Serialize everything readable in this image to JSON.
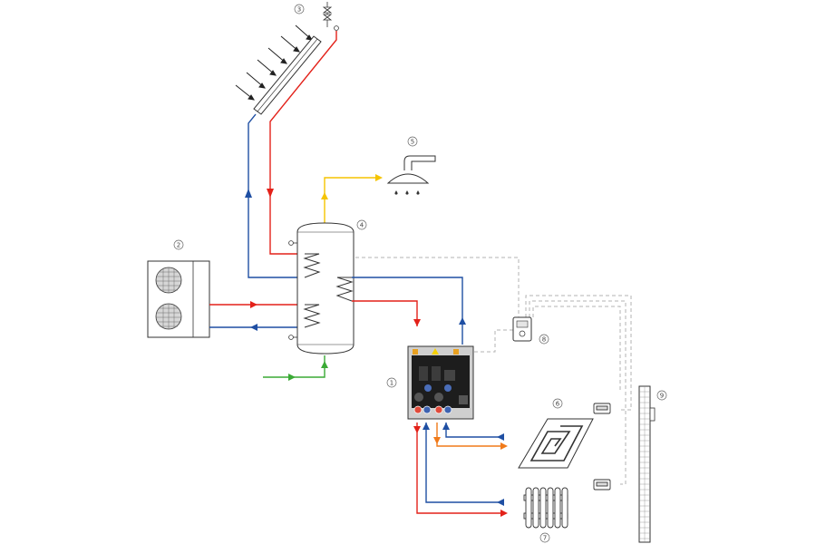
{
  "diagram": {
    "labels": {
      "hydraulic_module": "1",
      "heat_pump": "2",
      "solar_collector": "3",
      "storage_tank": "4",
      "shower": "5",
      "floor_heating": "6",
      "radiator": "7",
      "controller": "8",
      "room_wall": "9"
    },
    "colors": {
      "hot_flow": "#e32119",
      "cold_return": "#1f4fa3",
      "domestic_hot_water": "#f5c400",
      "cold_water_inlet": "#3aaa35",
      "mixed_circuit": "#f07a1a",
      "control_wiring": "#b3b3b3"
    }
  }
}
